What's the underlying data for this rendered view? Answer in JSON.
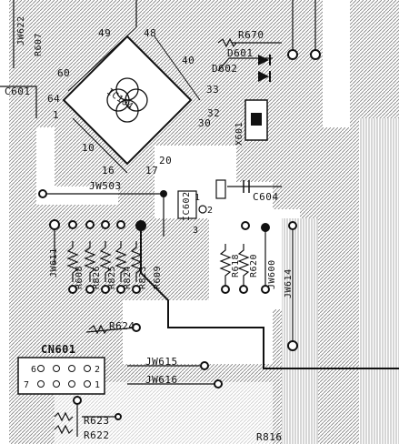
{
  "labels": {
    "jw622": "JW622",
    "r607": "R607",
    "r670": "R670",
    "d601": "D601",
    "d602": "D602",
    "c601": "C601",
    "ic104": "IC104",
    "x601": "X601",
    "pin49": "49",
    "pin48": "48",
    "pin40": "40",
    "pin60": "60",
    "pin64": "64",
    "pin1": "1",
    "pin33": "33",
    "pin32": "32",
    "pin30": "30",
    "pin10": "10",
    "pin16": "16",
    "pin17": "17",
    "pin20": "20",
    "jw503": "JW503",
    "ic602": "IC602",
    "ic602_p1": "1",
    "ic602_p2": "2",
    "ic602_p3": "3",
    "c604": "C604",
    "jw611": "JW611",
    "r608": "R608",
    "r826": "R826",
    "r825": "R825",
    "r824": "R824",
    "r823": "R823",
    "r609": "R609",
    "r618": "R618",
    "r620": "R620",
    "jw600": "JW600",
    "jw614": "JW614",
    "r624": "R624",
    "cn601": "CN601",
    "cn_p6": "6",
    "cn_p2": "2",
    "cn_p7": "7",
    "cn_p1": "1",
    "jw615": "JW615",
    "jw616": "JW616",
    "r623": "R623",
    "r622": "R622",
    "r816": "R816"
  },
  "colors": {
    "ink": "#111111",
    "paper": "#ffffff",
    "hatch": "#8a8a8a"
  }
}
